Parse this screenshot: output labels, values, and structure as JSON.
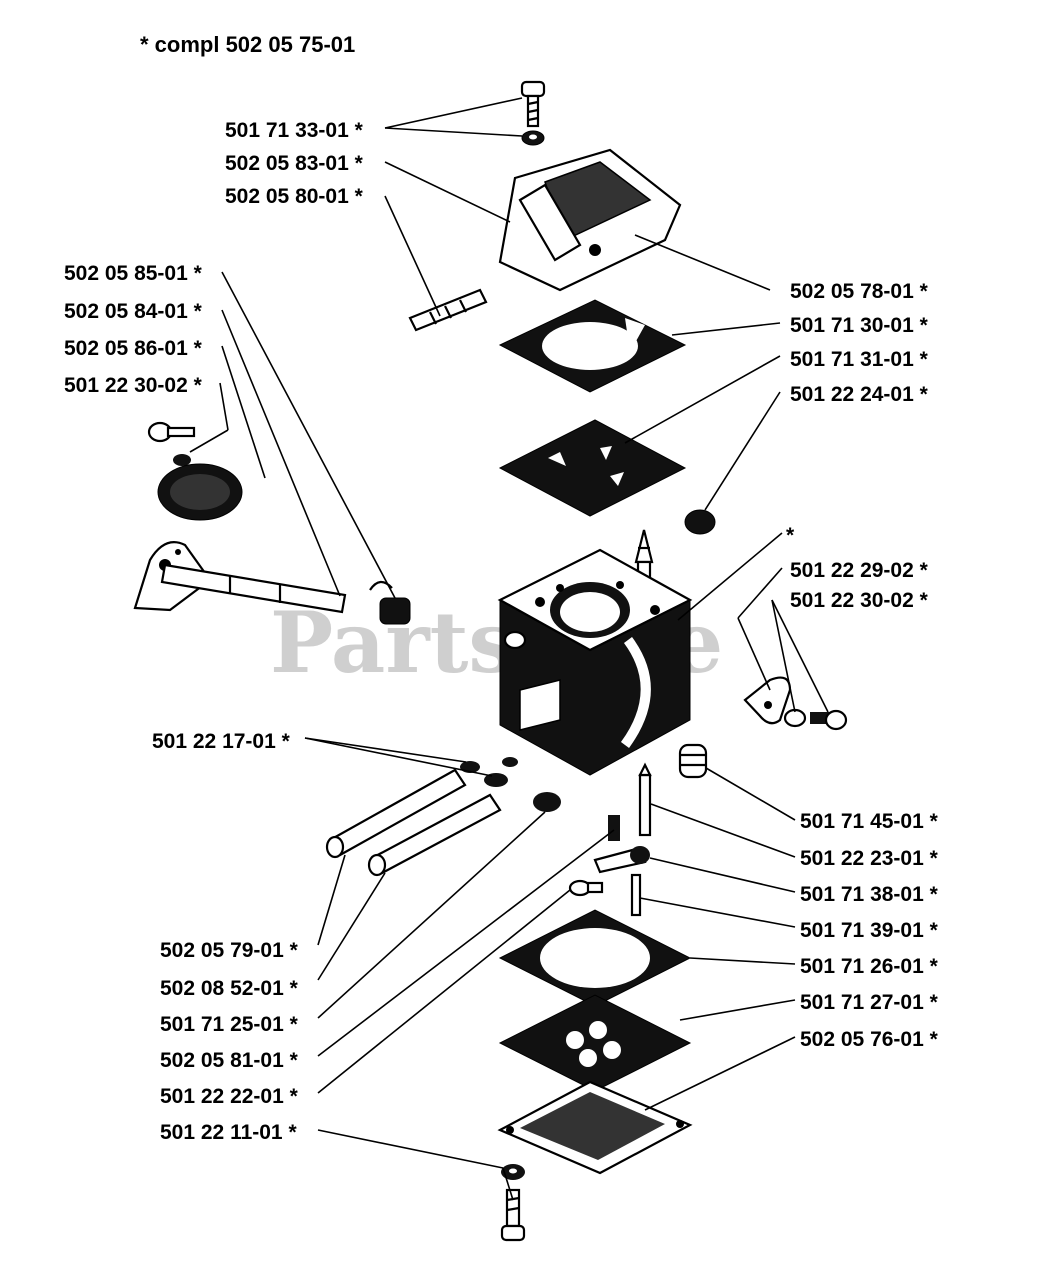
{
  "header": {
    "text": "*  compl 502 05 75-01"
  },
  "watermark": {
    "text": "PartsTree"
  },
  "colors": {
    "ink": "#000000",
    "paper": "#ffffff",
    "watermark": "#cfcfcf"
  },
  "labels": [
    {
      "id": "p1",
      "text": "501 71 33-01  *"
    },
    {
      "id": "p2",
      "text": "502 05 83-01  *"
    },
    {
      "id": "p3",
      "text": "502 05 80-01  *"
    },
    {
      "id": "p4",
      "text": "502 05 85-01  *"
    },
    {
      "id": "p5",
      "text": "502 05 84-01  *"
    },
    {
      "id": "p6",
      "text": "502 05 86-01  *"
    },
    {
      "id": "p7",
      "text": "501 22 30-02  *"
    },
    {
      "id": "p8",
      "text": "502 05 78-01  *"
    },
    {
      "id": "p9",
      "text": "501 71 30-01  *"
    },
    {
      "id": "p10",
      "text": "501 71 31-01  *"
    },
    {
      "id": "p11",
      "text": "501 22 24-01  *"
    },
    {
      "id": "p12",
      "text": "*"
    },
    {
      "id": "p13",
      "text": "501 22 29-02  *"
    },
    {
      "id": "p14",
      "text": "501 22 30-02  *"
    },
    {
      "id": "p15",
      "text": "501 22 17-01  *"
    },
    {
      "id": "p16",
      "text": "501 71 45-01  *"
    },
    {
      "id": "p17",
      "text": "501 22 23-01  *"
    },
    {
      "id": "p18",
      "text": "501 71 38-01  *"
    },
    {
      "id": "p19",
      "text": "501 71 39-01  *"
    },
    {
      "id": "p20",
      "text": "501 71 26-01  *"
    },
    {
      "id": "p21",
      "text": "501 71 27-01  *"
    },
    {
      "id": "p22",
      "text": "502 05 76-01  *"
    },
    {
      "id": "p23",
      "text": "502 05 79-01  *"
    },
    {
      "id": "p24",
      "text": "502 08 52-01  *"
    },
    {
      "id": "p25",
      "text": "501 71 25-01  *"
    },
    {
      "id": "p26",
      "text": "502 05 81-01  *"
    },
    {
      "id": "p27",
      "text": "501 22 22-01  *"
    },
    {
      "id": "p28",
      "text": "501 22 11-01  *"
    }
  ]
}
